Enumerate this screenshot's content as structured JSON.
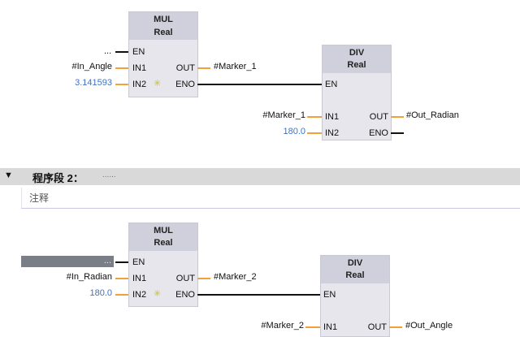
{
  "network1": {
    "mul": {
      "name": "MUL",
      "type": "Real"
    },
    "div": {
      "name": "DIV",
      "type": "Real"
    },
    "mul_pins": {
      "en": "EN",
      "in1": "IN1",
      "in2": "IN2",
      "out": "OUT",
      "eno": "ENO"
    },
    "div_pins": {
      "en": "EN",
      "in1": "IN1",
      "in2": "IN2",
      "out": "OUT",
      "eno": "ENO"
    },
    "mul_en_operand": "...",
    "mul_in1_operand": "#In_Angle",
    "mul_in2_operand": "3.141593",
    "mul_out_operand": "#Marker_1",
    "div_in1_operand": "#Marker_1",
    "div_in2_operand": "180.0",
    "div_out_operand": "#Out_Radian"
  },
  "segment2": {
    "toggle": "▼",
    "title": "程序段 2：",
    "placeholder": "......",
    "comment": "注释"
  },
  "network2": {
    "mul": {
      "name": "MUL",
      "type": "Real"
    },
    "div": {
      "name": "DIV",
      "type": "Real"
    },
    "mul_pins": {
      "en": "EN",
      "in1": "IN1",
      "in2": "IN2",
      "out": "OUT",
      "eno": "ENO"
    },
    "div_pins": {
      "en": "EN",
      "in1": "IN1",
      "out": "OUT"
    },
    "mul_en_operand": "...",
    "mul_in1_operand": "#In_Radian",
    "mul_in2_operand": "180.0",
    "mul_out_operand": "#Marker_2",
    "div_in1_operand": "#Marker_2",
    "div_out_operand": "#Out_Angle"
  },
  "colors": {
    "wire_orange": "#f3a03a",
    "constant_blue": "#3f72c2",
    "block_bg": "#e6e6ec",
    "block_head": "#cfd0db"
  },
  "icons": {
    "in2_marker": "add-input-star-icon"
  }
}
